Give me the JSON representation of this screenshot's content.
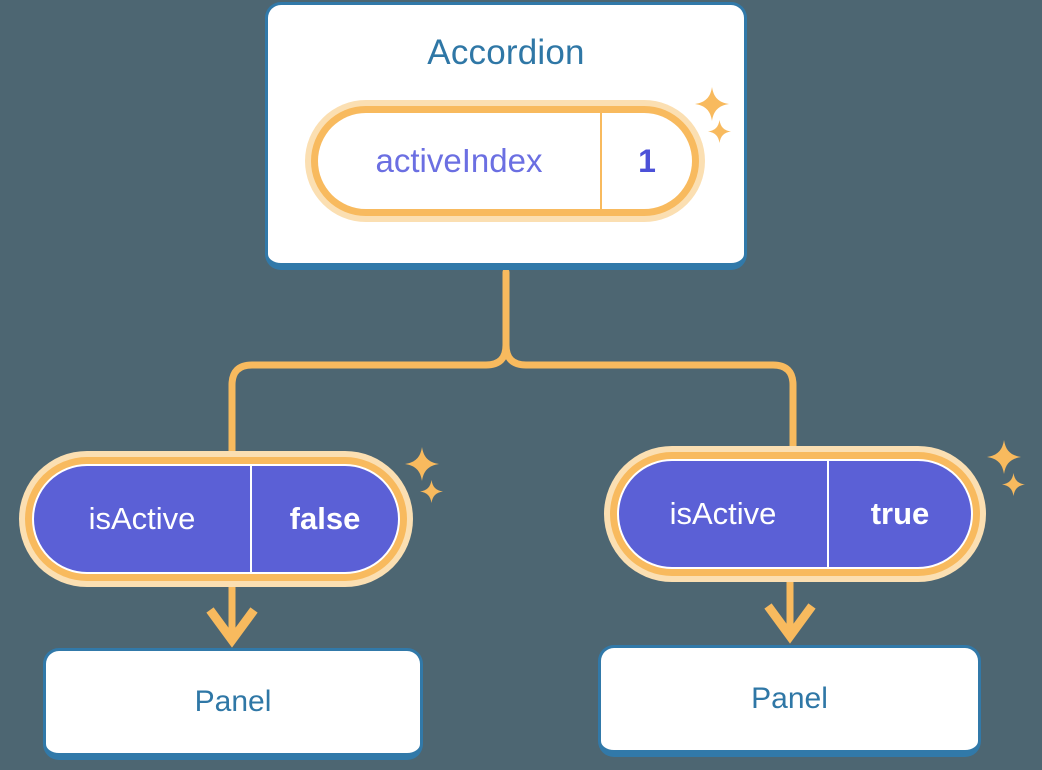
{
  "diagram": {
    "title_node": {
      "label": "Accordion",
      "state": {
        "key": "activeIndex",
        "value": "1"
      }
    },
    "branches": [
      {
        "state": {
          "key": "isActive",
          "value": "false"
        },
        "child": {
          "label": "Panel"
        }
      },
      {
        "state": {
          "key": "isActive",
          "value": "true"
        },
        "child": {
          "label": "Panel"
        }
      }
    ],
    "icons": {
      "sparkle_big": "sparkle-icon",
      "sparkle_small": "sparkle-small-icon",
      "arrow_down": "arrow-down-icon",
      "tree_fork": "tree-fork-connector"
    },
    "colors": {
      "background": "#4d6672",
      "card_border": "#3179a9",
      "card_fill": "#ffffff",
      "title_text": "#2f77a6",
      "accent_orange": "#f8ba5e",
      "accent_orange_soft": "#fbdfb2",
      "state_purple": "#5b60d6",
      "state_purple_text": "#6b6fe2",
      "value_purple_text": "#4c51d8",
      "white_text": "#ffffff"
    }
  }
}
